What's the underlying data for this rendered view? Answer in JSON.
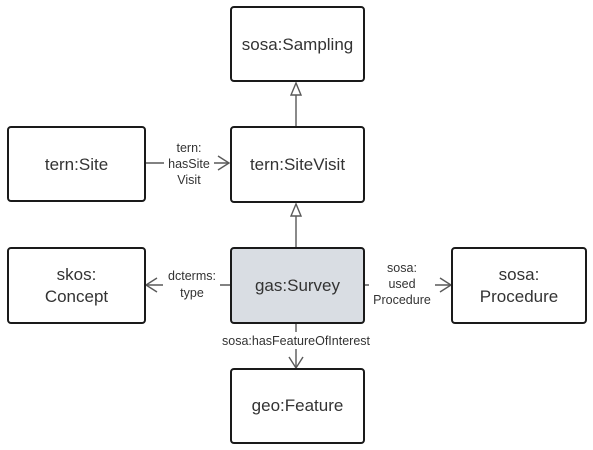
{
  "nodes": {
    "sosa_sampling": {
      "label": "sosa:Sampling",
      "lines": [
        "sosa:Sampling"
      ],
      "fill": "#ffffff"
    },
    "tern_site": {
      "label": "tern:Site",
      "lines": [
        "tern:Site"
      ],
      "fill": "#ffffff"
    },
    "tern_sitevisit": {
      "label": "tern:SiteVisit",
      "lines": [
        "tern:SiteVisit"
      ],
      "fill": "#ffffff"
    },
    "skos_concept": {
      "label": "skos: Concept",
      "lines": [
        "skos:",
        "Concept"
      ],
      "fill": "#ffffff"
    },
    "gas_survey": {
      "label": "gas:Survey",
      "lines": [
        "gas:Survey"
      ],
      "fill": "#d9dde3"
    },
    "sosa_procedure": {
      "label": "sosa: Procedure",
      "lines": [
        "sosa:",
        "Procedure"
      ],
      "fill": "#ffffff"
    },
    "geo_feature": {
      "label": "geo:Feature",
      "lines": [
        "geo:Feature"
      ],
      "fill": "#ffffff"
    }
  },
  "edges": {
    "site_to_sitevisit": {
      "from": "tern:Site",
      "to": "tern:SiteVisit",
      "arrow": "open",
      "label_lines": [
        "tern:",
        "hasSite",
        "Visit"
      ]
    },
    "sitevisit_to_sampling": {
      "from": "tern:SiteVisit",
      "to": "sosa:Sampling",
      "arrow": "hollow-triangle",
      "label_lines": []
    },
    "survey_to_sitevisit": {
      "from": "gas:Survey",
      "to": "tern:SiteVisit",
      "arrow": "hollow-triangle",
      "label_lines": []
    },
    "survey_to_concept": {
      "from": "gas:Survey",
      "to": "skos: Concept",
      "arrow": "open",
      "label_lines": [
        "dcterms:",
        "type"
      ]
    },
    "survey_to_procedure": {
      "from": "gas:Survey",
      "to": "sosa: Procedure",
      "arrow": "open",
      "label_lines": [
        "sosa:",
        "used",
        "Procedure"
      ]
    },
    "survey_to_feature": {
      "from": "gas:Survey",
      "to": "geo:Feature",
      "arrow": "open",
      "label_lines": [
        "sosa:hasFeatureOfInterest"
      ]
    }
  },
  "colors": {
    "node_border": "#1a1a1a",
    "edge": "#595959",
    "text": "#333333",
    "highlight_fill": "#d9dde3"
  }
}
